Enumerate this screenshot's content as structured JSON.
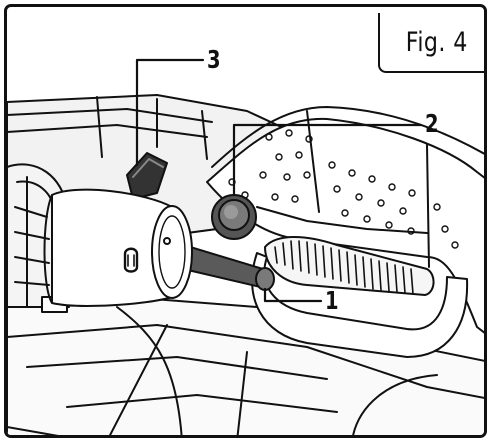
{
  "figure": {
    "label": "Fig. 4"
  },
  "callouts": [
    {
      "number": "1",
      "part": "lever"
    },
    {
      "number": "2",
      "part": "round-button"
    },
    {
      "number": "3",
      "part": "slide-switch"
    }
  ],
  "colors": {
    "line": "#111111",
    "tool_body": "#ffffff",
    "switch": "#333333",
    "lever": "#5a5a5a"
  }
}
